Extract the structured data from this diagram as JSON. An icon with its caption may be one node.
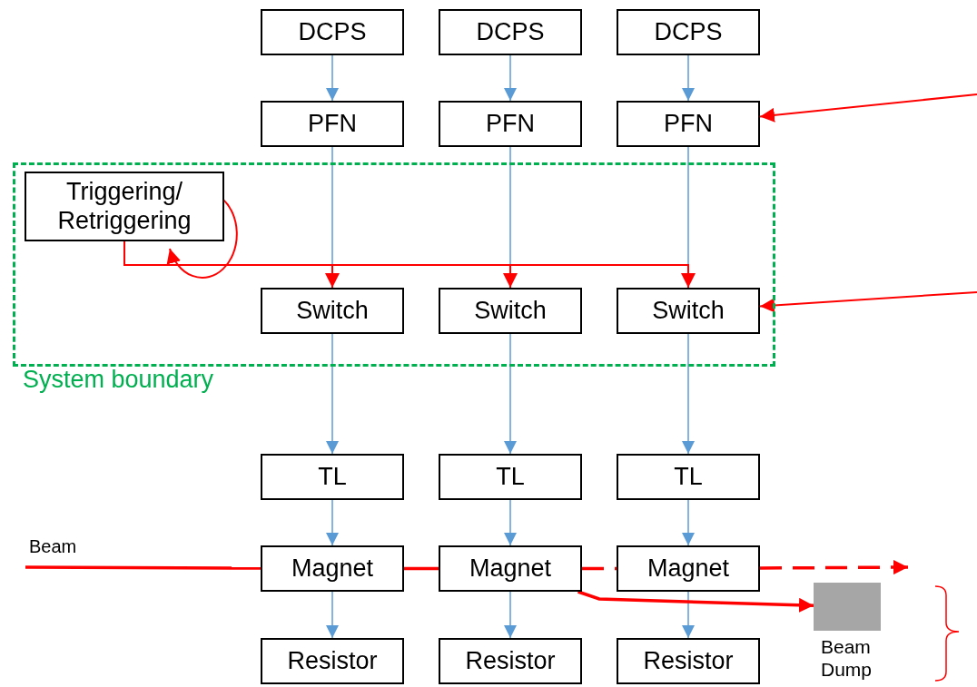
{
  "diagram": {
    "nodes": [
      {
        "text": [
          "DCPS"
        ]
      },
      {
        "text": [
          "DCPS"
        ]
      },
      {
        "text": [
          "DCPS"
        ]
      },
      {
        "text": [
          "PFN"
        ]
      },
      {
        "text": [
          "PFN"
        ]
      },
      {
        "text": [
          "PFN"
        ]
      },
      {
        "text": [
          "System boundary"
        ]
      },
      {
        "text": [
          "Triggering/ Retriggering"
        ],
        "in": 6
      },
      {
        "text": [
          "Switch"
        ],
        "in": 6
      },
      {
        "text": [
          "Switch"
        ],
        "in": 6
      },
      {
        "text": [
          "Switch"
        ],
        "in": 6
      },
      {
        "text": [
          "TL"
        ]
      },
      {
        "text": [
          "TL"
        ]
      },
      {
        "text": [
          "TL"
        ]
      },
      {
        "text": [
          "Magnet"
        ]
      },
      {
        "text": [
          "Magnet"
        ]
      },
      {
        "text": [
          "Magnet"
        ]
      },
      {
        "text": [
          "Resistor"
        ]
      },
      {
        "text": [
          "Resistor"
        ]
      },
      {
        "text": [
          "Resistor"
        ]
      },
      {
        "text": [
          "Beam Dump"
        ]
      }
    ],
    "edges": [
      {
        "from": 0,
        "to": 3,
        "arrow": "to"
      },
      {
        "from": 1,
        "to": 4,
        "arrow": "to"
      },
      {
        "from": 2,
        "to": 5,
        "arrow": "to"
      },
      {
        "from": 3,
        "to": 8,
        "arrow": "none"
      },
      {
        "from": 4,
        "to": 9,
        "arrow": "none"
      },
      {
        "from": 5,
        "to": 10,
        "arrow": "none"
      },
      {
        "from": 7,
        "to": 8,
        "arrow": "to",
        "color": "#ff0000"
      },
      {
        "from": 7,
        "to": 9,
        "arrow": "to",
        "color": "#ff0000"
      },
      {
        "from": 7,
        "to": 10,
        "arrow": "to",
        "color": "#ff0000"
      },
      {
        "from": 7,
        "to": 7,
        "arrow": "to",
        "color": "#ff0000"
      },
      {
        "from": null,
        "to": 5,
        "arrow": "to",
        "color": "#ff0000"
      },
      {
        "from": null,
        "to": 10,
        "arrow": "to",
        "color": "#ff0000"
      },
      {
        "from": 8,
        "to": 11,
        "arrow": "to"
      },
      {
        "from": 9,
        "to": 12,
        "arrow": "to"
      },
      {
        "from": 10,
        "to": 13,
        "arrow": "to"
      },
      {
        "from": 11,
        "to": 14,
        "arrow": "to"
      },
      {
        "from": 12,
        "to": 15,
        "arrow": "to"
      },
      {
        "from": 13,
        "to": 16,
        "arrow": "to"
      },
      {
        "from": 14,
        "to": 17,
        "arrow": "to"
      },
      {
        "from": 15,
        "to": 18,
        "arrow": "to"
      },
      {
        "from": 16,
        "to": 19,
        "arrow": "to"
      },
      {
        "from": null,
        "to": 14,
        "arrow": "none",
        "label": "Beam",
        "style": "thick",
        "color": "#ff0000"
      },
      {
        "from": 14,
        "to": 15,
        "arrow": "none",
        "style": "thick",
        "color": "#ff0000"
      },
      {
        "from": 15,
        "to": 16,
        "arrow": "none",
        "style": "dashed",
        "color": "#ff0000"
      },
      {
        "from": 16,
        "to": null,
        "arrow": "to",
        "style": "dashed",
        "color": "#ff0000"
      },
      {
        "from": 15,
        "to": 20,
        "arrow": "to",
        "style": "thick",
        "color": "#ff0000"
      }
    ]
  }
}
